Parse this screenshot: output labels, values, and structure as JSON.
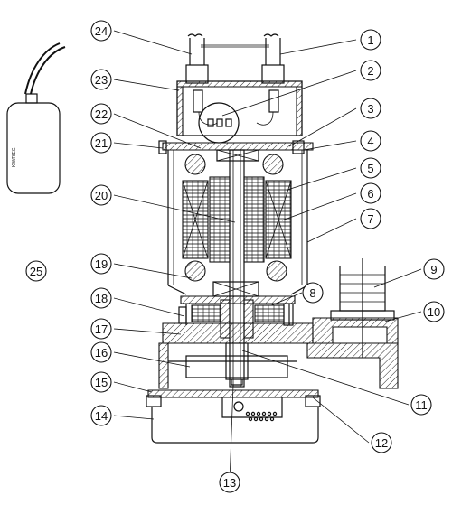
{
  "callouts": [
    "1",
    "2",
    "3",
    "4",
    "5",
    "6",
    "7",
    "8",
    "9",
    "10",
    "11",
    "12",
    "13",
    "14",
    "15",
    "16",
    "17",
    "18",
    "19",
    "20",
    "21",
    "22",
    "23",
    "24",
    "25"
  ],
  "float_switch_text": "KIWRIEG"
}
